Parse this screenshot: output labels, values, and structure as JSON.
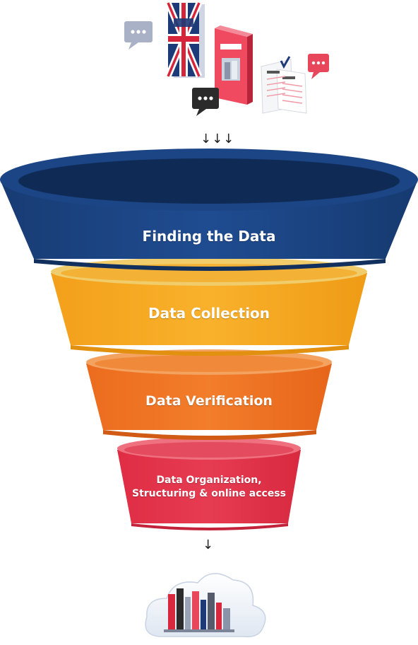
{
  "funnel": {
    "stages": [
      {
        "label": "Finding the Data",
        "color": "#1b4585",
        "rim": "#143566",
        "inner": "#0f2b55"
      },
      {
        "label": "Data Collection",
        "color": "#f7a71e",
        "rim": "#f1cc6a",
        "inner": "#f3b236"
      },
      {
        "label": "Data Verification",
        "color": "#ee7223",
        "rim": "#f4a25f",
        "inner": "#f08a3a"
      },
      {
        "label": "Data Organization,",
        "label2": "Structuring & online access",
        "color": "#e2344a",
        "rim": "#ef7180",
        "inner": "#e44b5e"
      }
    ]
  },
  "arrows": {
    "top": "↓↓↓",
    "bottom": "↓"
  },
  "icons": {
    "top_cluster": [
      "chat-bubble-icon",
      "uk-flag-book-icon",
      "red-book-icon",
      "chat-bubble-icon",
      "document-pages-icon",
      "chat-bubble-icon"
    ],
    "bottom": "cloud-library-icon"
  },
  "colors": {
    "navy": "#1b4585",
    "yellow": "#f7a71e",
    "orange": "#ee7223",
    "red": "#e2344a",
    "grey_bubble": "#a9b1c6",
    "dark_bubble": "#2b2b2b",
    "pink_bubble": "#e8475b"
  }
}
